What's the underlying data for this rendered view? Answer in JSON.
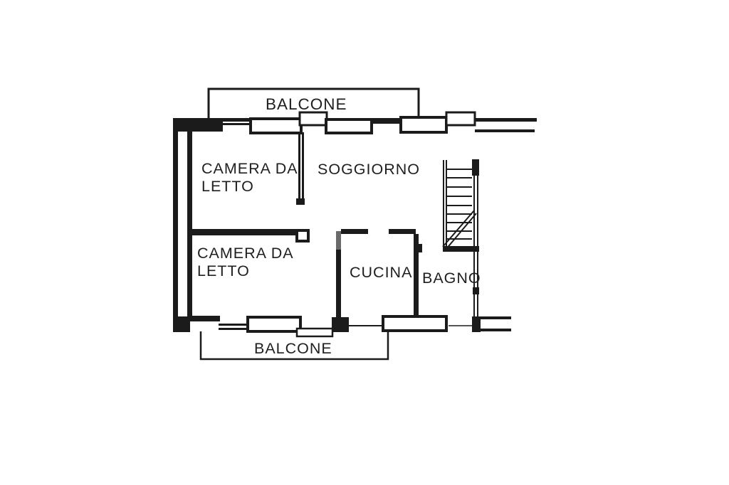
{
  "plan": {
    "title": "apartment floor plan scan",
    "colors": {
      "ink": "#1b1b1b",
      "paper": "#ffffff"
    },
    "labels": {
      "balcone_top": "BALCONE",
      "camera_letto_1_line1": "CAMERA DA",
      "camera_letto_1_line2": "LETTO",
      "soggiorno": "SOGGIORNO",
      "camera_letto_2_line1": "CAMERA DA",
      "camera_letto_2_line2": "LETTO",
      "cucina": "CUCINA",
      "bagno": "BAGNO",
      "balcone_bottom": "BALCONE"
    }
  }
}
